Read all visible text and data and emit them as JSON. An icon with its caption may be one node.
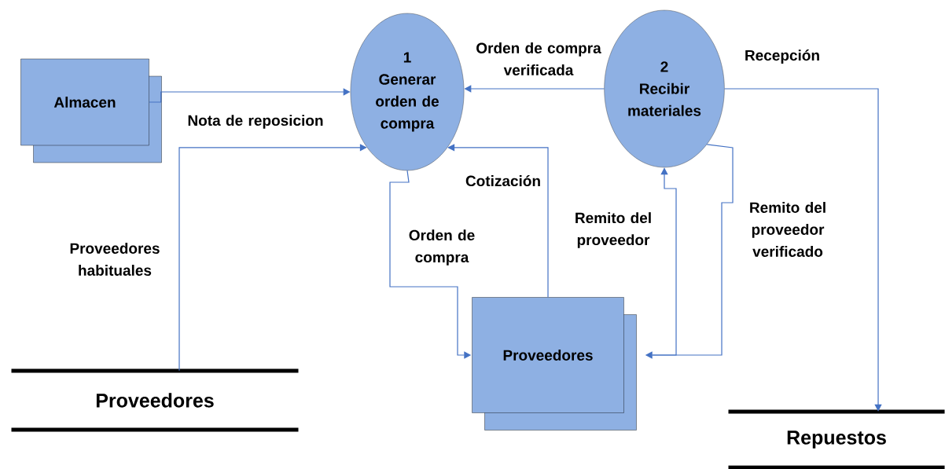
{
  "diagram": {
    "nodes": [
      {
        "text": [
          "Almacen"
        ]
      },
      {
        "text": [
          "1",
          "Generar orden de compra"
        ]
      },
      {
        "text": [
          "2",
          "Recibir materiales"
        ]
      },
      {
        "text": [
          "Proveedores"
        ]
      },
      {
        "text": [
          "Proveedores"
        ]
      },
      {
        "text": [
          "Repuestos"
        ]
      }
    ],
    "edges": [
      {
        "from": 0,
        "to": 1,
        "arrow": "to",
        "label": "Nota de reposicion"
      },
      {
        "from": 4,
        "to": 1,
        "arrow": "to",
        "label": "Proveedores habituales"
      },
      {
        "from": 1,
        "to": 3,
        "arrow": "to",
        "label": "Orden de compra"
      },
      {
        "from": 3,
        "to": 1,
        "arrow": "to",
        "label": "Cotización"
      },
      {
        "from": 2,
        "to": 1,
        "arrow": "to",
        "label": "Orden de compra verificada"
      },
      {
        "from": 3,
        "to": 2,
        "arrow": "to",
        "label": "Remito del proveedor"
      },
      {
        "from": 2,
        "to": 3,
        "arrow": "to",
        "label": "Remito del proveedor verificado"
      },
      {
        "from": 2,
        "to": 5,
        "arrow": "to",
        "label": "Recepción"
      }
    ]
  }
}
